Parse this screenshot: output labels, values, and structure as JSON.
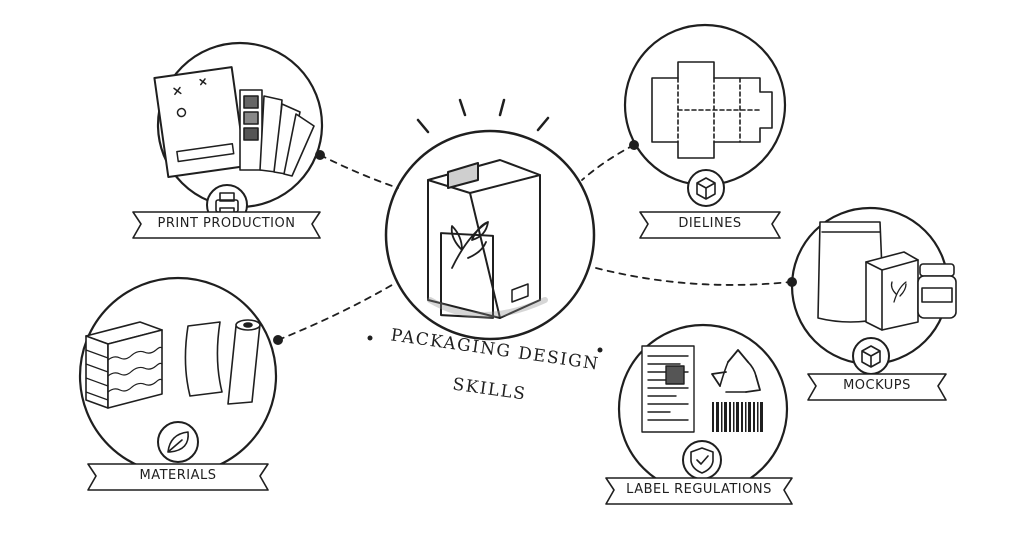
{
  "center": {
    "title": "PACKAGING DESIGN SKILLS"
  },
  "nodes": [
    {
      "id": "print-production",
      "label": "PRINT PRODUCTION",
      "icon": "printer-icon"
    },
    {
      "id": "dielines",
      "label": "DIELINES",
      "icon": "cube-icon"
    },
    {
      "id": "mockups",
      "label": "MOCKUPS",
      "icon": "cube-icon"
    },
    {
      "id": "label-regulations",
      "label": "LABEL REGULATIONS",
      "icon": "shield-check-icon"
    },
    {
      "id": "materials",
      "label": "MATERIALS",
      "icon": "leaf-icon"
    }
  ],
  "colors": {
    "ink": "#1f1f1f",
    "shade": "#8a8a8a",
    "paper": "#ffffff"
  }
}
